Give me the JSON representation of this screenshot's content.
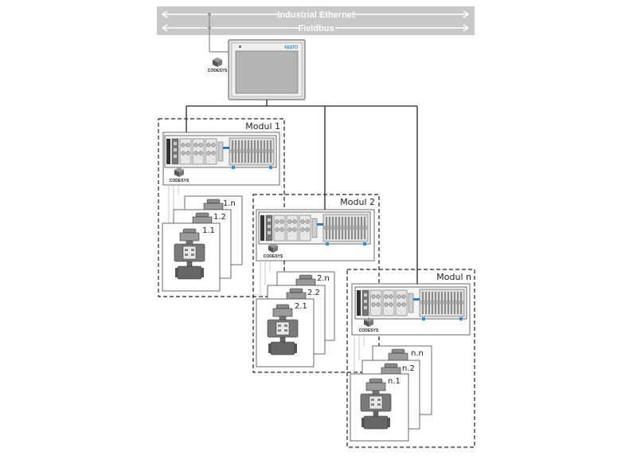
{
  "bus": {
    "industrial_ethernet": "Industrial Ethernet",
    "fieldbus": "Fieldbus"
  },
  "panel": {
    "brand": "FESTO",
    "codesys": "CODESYS"
  },
  "modules": [
    {
      "label": "Modul 1",
      "codesys": "CODESYS",
      "devices": [
        "1.n",
        "1.2",
        "1.1"
      ]
    },
    {
      "label": "Modul 2",
      "codesys": "CODESYS",
      "devices": [
        "2.n",
        "2.2",
        "2.1"
      ]
    },
    {
      "label": "Modul n",
      "codesys": "CODESYS",
      "devices": [
        "n.n",
        "n.2",
        "n.1"
      ]
    }
  ],
  "colors": {
    "bus_band": "#c8c8c8",
    "bus_line": "#ffffff",
    "panel_screen": "#b4b4b4",
    "accent_blue": "#2a7fc0",
    "line": "#222222"
  }
}
